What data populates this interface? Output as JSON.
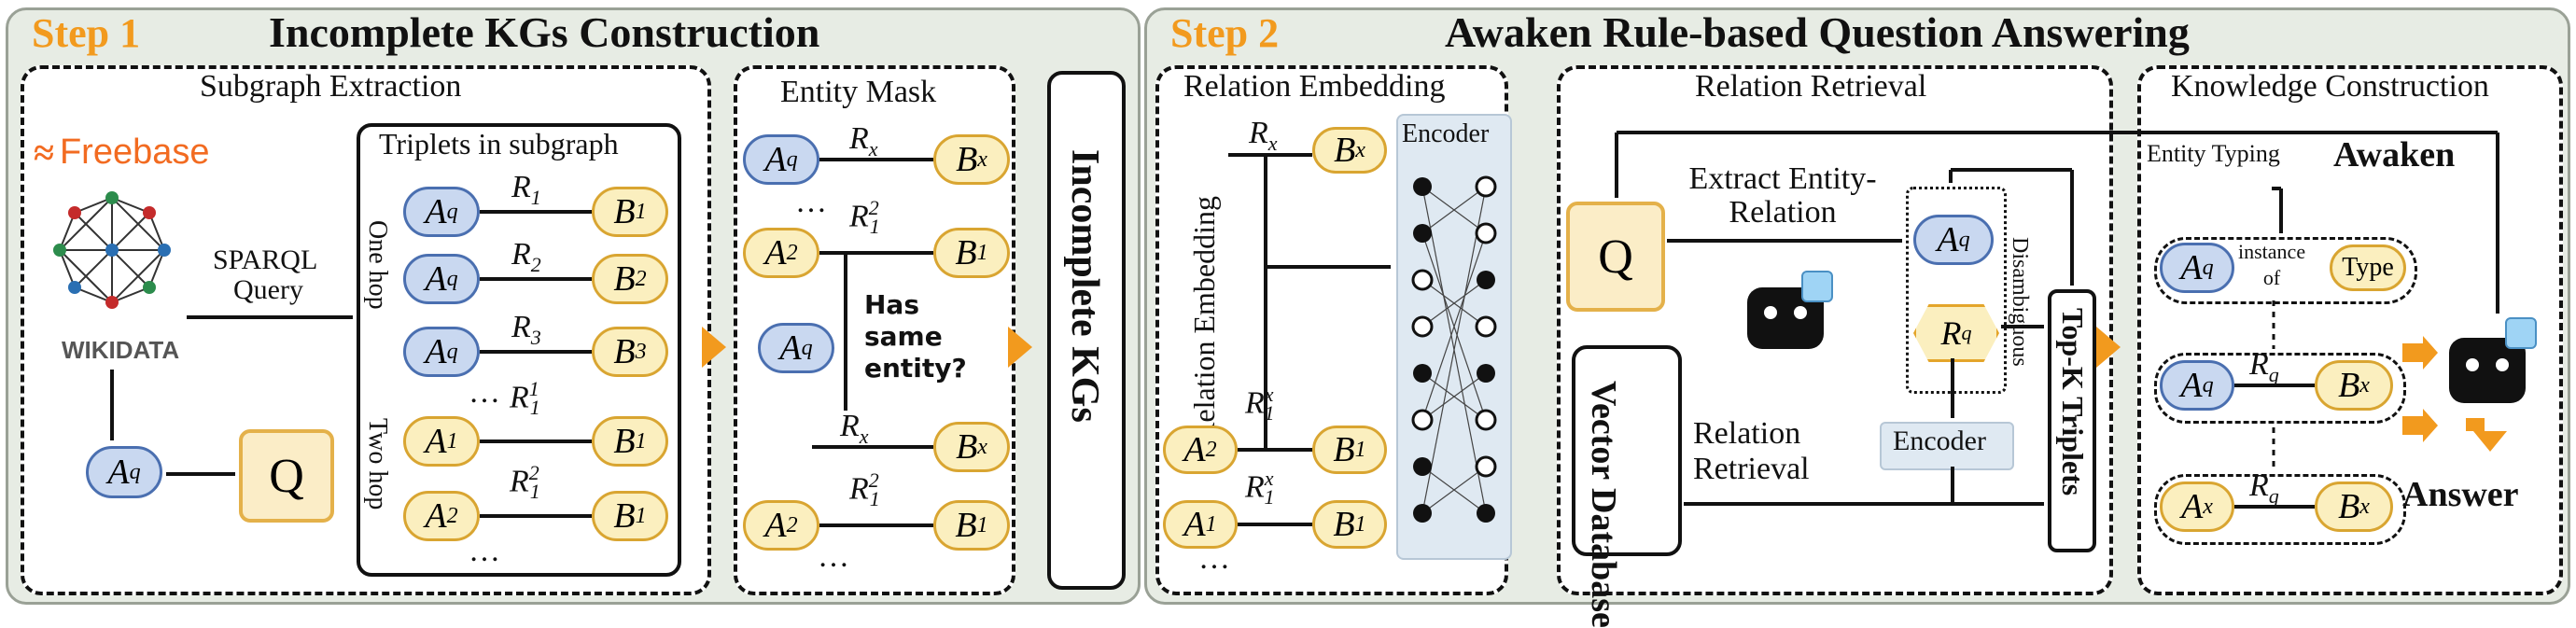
{
  "step1": {
    "step_label": "Step 1",
    "title": "Incomplete KGs Construction",
    "subgraph": {
      "title": "Subgraph Extraction",
      "freebase_logo": "Freebase",
      "wikidata_logo": "WIKIDATA",
      "sparql": "SPARQL",
      "query": "Query",
      "q_label": "Q",
      "aq": "Aq",
      "triplets_title": "Triplets in subgraph",
      "one_hop": "One hop",
      "two_hop": "Two hop",
      "ellipsis": "…",
      "rows": [
        {
          "head": "Aq",
          "rel": "R1",
          "tail": "B1"
        },
        {
          "head": "Aq",
          "rel": "R2",
          "tail": "B2"
        },
        {
          "head": "Aq",
          "rel": "R3",
          "tail": "B3"
        },
        {
          "head": "A1",
          "rel": "R11",
          "tail": "B1"
        },
        {
          "head": "A2",
          "rel": "R12",
          "tail": "B1"
        }
      ]
    },
    "mask": {
      "title": "Entity Mask",
      "question": "Has same entity?",
      "ellipsis": "…"
    },
    "incomplete": "Incomplete KGs"
  },
  "step2": {
    "step_label": "Step 2",
    "title": "Awaken Rule-based Question Answering",
    "embedding": {
      "title": "Relation Embedding",
      "side_label": "Relation Embedding",
      "encoder": "Encoder"
    },
    "retrieval": {
      "title": "Relation Retrieval",
      "q_label": "Q",
      "extract": "Extract Entity-Relation",
      "vector_db": "Vector Database",
      "relation_retrieval": "Relation Retrieval",
      "encoder": "Encoder",
      "disambiguous": "Disambiguous",
      "topk": "Top-K Triplets"
    },
    "knowledge": {
      "title": "Knowledge Construction",
      "entity_typing": "Entity Typing",
      "awaken": "Awaken",
      "instance_of": "instance of",
      "type": "Type",
      "answer": "Answer"
    }
  },
  "colors": {
    "accent": "#f29a1e",
    "entity_a": "#c9d8f0",
    "entity_b": "#fbefbf",
    "panel": "#e7ece4"
  }
}
